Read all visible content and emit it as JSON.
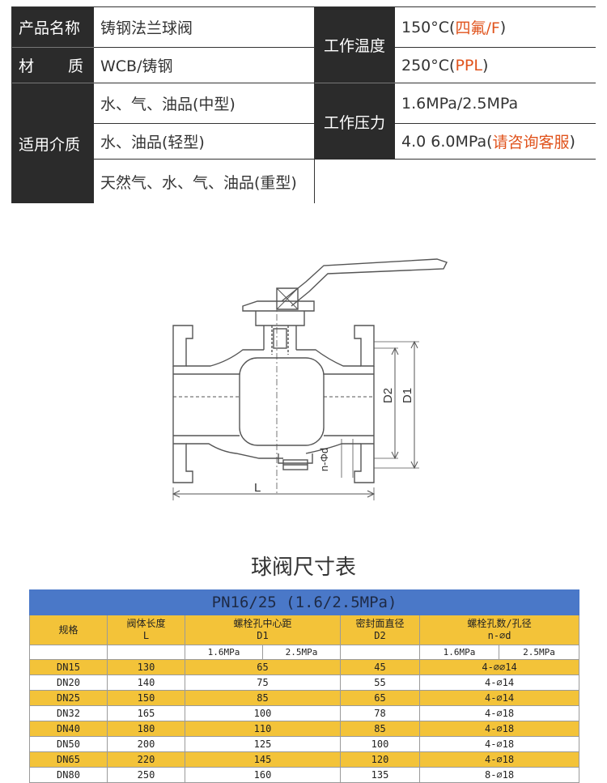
{
  "spec": {
    "product_name_label": "产品名称",
    "product_name_value": "铸钢法兰球阀",
    "material_label": "材 质",
    "material_value": "WCB/铸钢",
    "media_label": "适用介质",
    "media_values": [
      "水、气、油品(中型)",
      "水、油品(轻型)",
      "天然气、水、气、油品(重型)"
    ],
    "temp_label": "工作温度",
    "temp_values": [
      {
        "main": "150°C(",
        "hl": "四氟/F",
        "end": ")"
      },
      {
        "main": "250°C(",
        "hl": "PPL",
        "end": ")"
      }
    ],
    "pressure_label": "工作压力",
    "pressure_values": [
      {
        "main": "1.6MPa/2.5MPa",
        "hl": "",
        "end": ""
      },
      {
        "main": "4.0  6.0MPa(",
        "hl": "请咨询客服",
        "end": ")"
      }
    ]
  },
  "drawing": {
    "labels": {
      "d2": "D2",
      "d1": "D1",
      "nd": "n-Φd",
      "l": "L"
    }
  },
  "dimension_table": {
    "title": "球阀尺寸表",
    "band": "PN16/25 (1.6/2.5MPa)",
    "headers": [
      {
        "top": "规格",
        "bottom": ""
      },
      {
        "top": "阀体长度",
        "bottom": "L"
      },
      {
        "top": "螺栓孔中心距",
        "bottom": "D1"
      },
      {
        "top": "密封面直径",
        "bottom": "D2"
      },
      {
        "top": "螺栓孔数/孔径",
        "bottom": "n-⌀d"
      }
    ],
    "sub_headers": [
      "1.6MPa",
      "2.5MPa",
      "1.6MPa",
      "2.5MPa"
    ],
    "rows": [
      {
        "spec": "DN15",
        "l": "130",
        "d1": "65",
        "d2": "45",
        "nd": "4-⌀⌀14"
      },
      {
        "spec": "DN20",
        "l": "140",
        "d1": "75",
        "d2": "55",
        "nd": "4-⌀14"
      },
      {
        "spec": "DN25",
        "l": "150",
        "d1": "85",
        "d2": "65",
        "nd": "4-⌀14"
      },
      {
        "spec": "DN32",
        "l": "165",
        "d1": "100",
        "d2": "78",
        "nd": "4-⌀18"
      },
      {
        "spec": "DN40",
        "l": "180",
        "d1": "110",
        "d2": "85",
        "nd": "4-⌀18"
      },
      {
        "spec": "DN50",
        "l": "200",
        "d1": "125",
        "d2": "100",
        "nd": "4-⌀18"
      },
      {
        "spec": "DN65",
        "l": "220",
        "d1": "145",
        "d2": "120",
        "nd": "4-⌀18"
      },
      {
        "spec": "DN80",
        "l": "250",
        "d1": "160",
        "d2": "135",
        "nd": "8-⌀18"
      }
    ]
  }
}
